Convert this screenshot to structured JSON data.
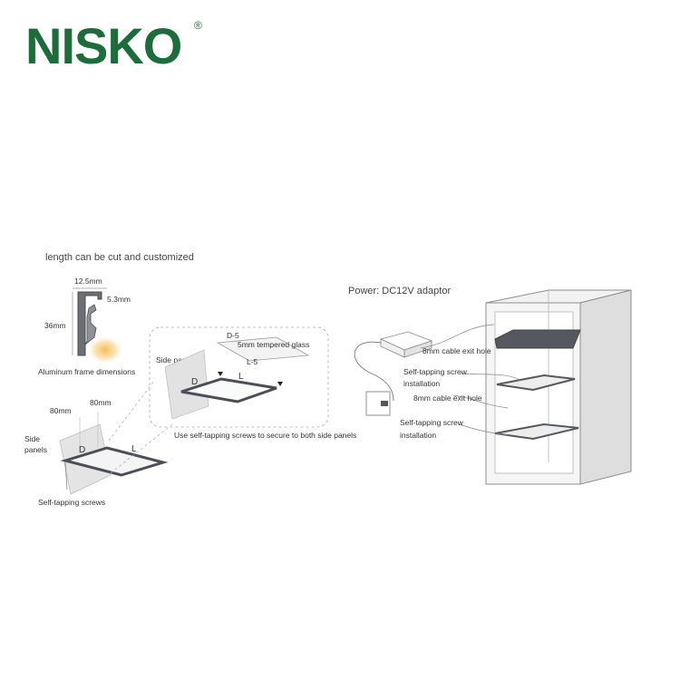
{
  "brand": {
    "logo_text": "NISKO",
    "registered_mark": "®",
    "color": "#1e6b3b"
  },
  "left_section": {
    "heading": "length can be cut and customized",
    "profile": {
      "width_label": "12.5mm",
      "lip_label": "5.3mm",
      "height_label": "36mm",
      "caption": "Aluminum frame dimensions"
    },
    "assembly": {
      "offset_label_1": "80mm",
      "offset_label_2": "80mm",
      "side_panels_label_line1": "Side",
      "side_panels_label_line2": "panels",
      "depth_label": "D",
      "length_label": "L",
      "screws_label": "Self-tapping screws"
    }
  },
  "detail_section": {
    "side_panels_label": "Side panels",
    "glass_depth_label": "D-5",
    "glass_label": "5mm tempered glass",
    "glass_length_label": "L-5",
    "frame_depth_label": "D",
    "frame_length_label": "L",
    "caption": "Use self-tapping screws to secure to both side panels"
  },
  "right_section": {
    "power_heading": "Power: DC12V adaptor",
    "callouts": [
      "8mm cable exit hole",
      "Self-tapping screw",
      "installation",
      "8mm cable exit hole",
      "Self-tapping screw",
      "installation"
    ]
  },
  "colors": {
    "frame": "#4a4f57",
    "panel": "#d7d7d7",
    "cabinet_line": "#8e8e8e",
    "glow": "#f5c15a"
  }
}
